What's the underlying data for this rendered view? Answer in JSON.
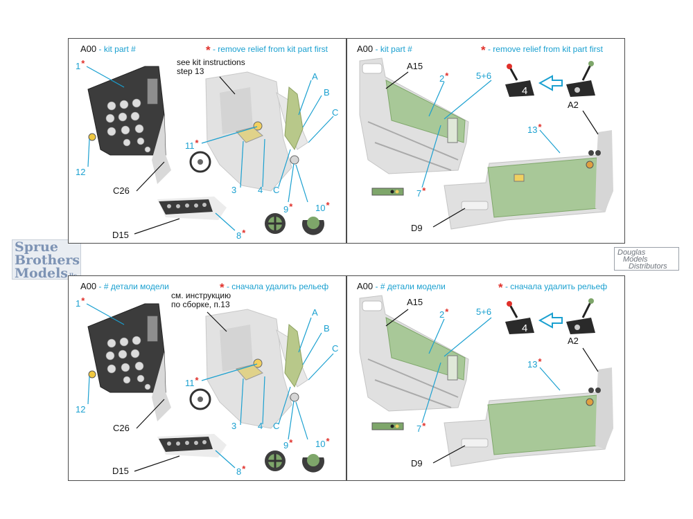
{
  "logos": {
    "left": [
      "Sprue",
      "Brothers",
      "Models"
    ],
    "left_suffix": "llc",
    "right": [
      "Douglas",
      "Models",
      "Distributors"
    ]
  },
  "panels": {
    "tl": {
      "code": "A00",
      "code_label": "- kit part #",
      "star": "*",
      "star_label": "- remove relief from kit part first",
      "note": [
        "see kit instructions",
        "step 13"
      ],
      "callouts": {
        "c1": "1",
        "c11": "11",
        "c12": "12",
        "c3": "3",
        "c4": "4",
        "cC2": "C",
        "c9": "9",
        "c10": "10",
        "c8": "8",
        "cA": "A",
        "cB": "B",
        "cC": "C",
        "cC26": "C26",
        "cD15": "D15"
      }
    },
    "tr": {
      "code": "A00",
      "code_label": "- kit part #",
      "star": "*",
      "star_label": "- remove relief from kit part first",
      "callouts": {
        "c2": "2",
        "c56": "5+6",
        "c7": "7",
        "c13": "13",
        "cA15": "A15",
        "cA2": "A2",
        "cD9": "D9",
        "lever": "4"
      }
    },
    "bl": {
      "code": "A00",
      "code_label": "- # детали модели",
      "star": "*",
      "star_label": "- сначала удалить рельеф",
      "note": [
        "см. инструкцию",
        "по сборке, п.13"
      ],
      "callouts": {
        "c1": "1",
        "c11": "11",
        "c12": "12",
        "c3": "3",
        "c4": "4",
        "cC2": "C",
        "c9": "9",
        "c10": "10",
        "c8": "8",
        "cA": "A",
        "cB": "B",
        "cC": "C",
        "cC26": "C26",
        "cD15": "D15"
      }
    },
    "br": {
      "code": "A00",
      "code_label": "- # детали модели",
      "star": "*",
      "star_label": "- сначала удалить рельеф",
      "callouts": {
        "c2": "2",
        "c56": "5+6",
        "c7": "7",
        "c13": "13",
        "cA15": "A15",
        "cA2": "A2",
        "cD9": "D9",
        "lever": "4"
      }
    }
  },
  "colors": {
    "callout_blue": "#1aa0d0",
    "star_red": "#e0302a",
    "panel_green": "#a8c898",
    "part_grey": "#e2e2e2",
    "instrument_dark": "#3a3a3a"
  }
}
